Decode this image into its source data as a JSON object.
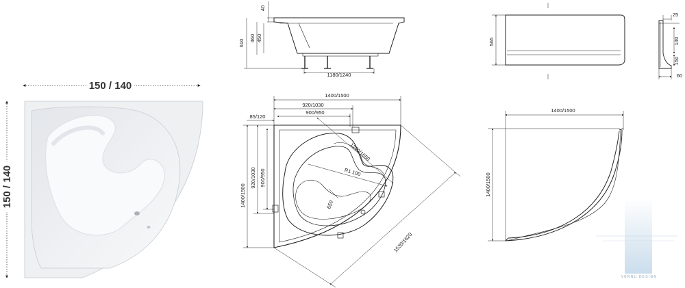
{
  "photo": {
    "width_label": "150 / 140",
    "height_label": "150 / 140"
  },
  "side_view": {
    "d_40": "40",
    "d_460": "460",
    "d_450": "450",
    "d_610": "610",
    "d_length": "1180/1240"
  },
  "top_view": {
    "d_width": "1400/1500",
    "d_920_1030": "920/1030",
    "d_900_950": "900/950",
    "d_85_120": "85/120",
    "d_h_920_1030": "920/1030",
    "d_h_900_950": "900/950",
    "d_height": "1400/1500",
    "d_1290_1650": "1290/1650",
    "d_radius": "R1 100",
    "d_650": "650",
    "d_diagonal": "1530/1620"
  },
  "panel_front": {
    "d_565": "565"
  },
  "panel_profile": {
    "d_25": "25",
    "d_140": "140",
    "d_150": "150",
    "d_60": "60"
  },
  "panel_plan": {
    "d_width": "1400/1500",
    "d_height": "1400/1500"
  },
  "watermark": {
    "text": "VENNU DESIGN"
  },
  "colors": {
    "line": "#222222",
    "tub_white": "#f6f7f8",
    "shadow": "#d6d9dd",
    "watermark_blue": "#c9dceb"
  }
}
